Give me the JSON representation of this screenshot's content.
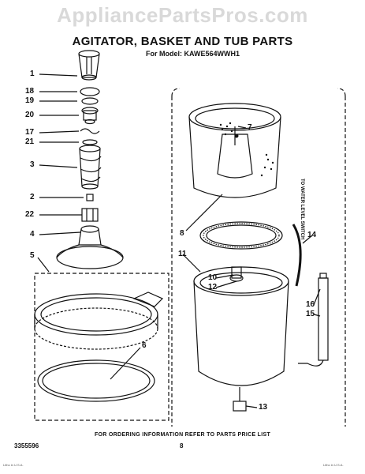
{
  "watermark": "AppliancePartsPros.com",
  "title": "AGITATOR, BASKET AND TUB PARTS",
  "model": "For Model: KAWE564WWH1",
  "side_note": "TO WATER LEVEL SWITCH",
  "callouts": [
    "1",
    "18",
    "19",
    "20",
    "17",
    "21",
    "3",
    "2",
    "22",
    "4",
    "5",
    "6",
    "7",
    "8",
    "11",
    "10",
    "12",
    "14",
    "16",
    "15",
    "13"
  ],
  "footer_left": "3355596",
  "footer_center": "FOR ORDERING INFORMATION REFER TO PARTS PRICE LIST",
  "page_number": "8",
  "fine_print_left": "Litho in U.S.A.",
  "fine_print_right": "Litho in U.S.A."
}
